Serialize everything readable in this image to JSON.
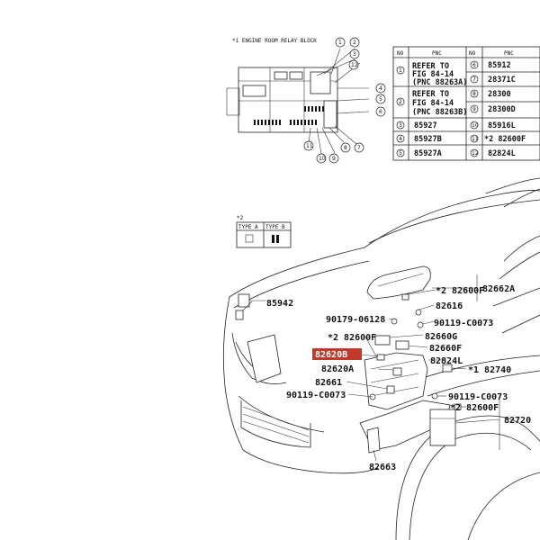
{
  "inset": {
    "title": "*1 ENGINE ROOM RELAY BLOCK",
    "callouts": [
      "1",
      "2",
      "3",
      "4",
      "5",
      "6",
      "7",
      "8",
      "9",
      "10",
      "11",
      "12"
    ]
  },
  "table": {
    "head": [
      "NO",
      "PNC",
      "NO",
      "PNC"
    ],
    "rows": [
      {
        "n1": "1",
        "p1": "REFER TO",
        "n2": "6",
        "p2": "85912"
      },
      {
        "n1": "",
        "p1": "FIG 84-14",
        "n2": "7",
        "p2": "28371C"
      },
      {
        "n1": "",
        "p1": "(PNC 88263A)",
        "n2": "",
        "p2": ""
      },
      {
        "n1": "2",
        "p1": "REFER TO",
        "n2": "8",
        "p2": "28300"
      },
      {
        "n1": "",
        "p1": "FIG 84-14",
        "n2": "9",
        "p2": "28300D"
      },
      {
        "n1": "",
        "p1": "(PNC 88263B)",
        "n2": "",
        "p2": ""
      },
      {
        "n1": "3",
        "p1": "85927",
        "n2": "10",
        "p2": "85916L"
      },
      {
        "n1": "4",
        "p1": "85927B",
        "n2": "11",
        "p2": "*2 82600F"
      },
      {
        "n1": "5",
        "p1": "85927A",
        "n2": "12",
        "p2": "82824L"
      }
    ]
  },
  "fuse_types": {
    "note": "*2",
    "type_a": "TYPE A",
    "type_b": "TYPE B"
  },
  "parts": {
    "p82662A": "82662A",
    "p82600F_1": "*2 82600F",
    "p82616": "82616",
    "p85942": "85942",
    "p90179": "90179-06128",
    "p90119_1": "90119-C0073",
    "p82660G": "82660G",
    "p82600F_2": "*2 82600F",
    "p82660F": "82660F",
    "p82620B": "82620B",
    "p82824L": "82824L",
    "p82620A": "82620A",
    "p82740": "*1 82740",
    "p82661": "82661",
    "p90119_2": "90119-C0073",
    "p90119_3": "90119-C0073",
    "p82600F_3": "*2 82600F",
    "p82720": "82720",
    "p82663": "82663"
  },
  "highlight_color": "#c0392b"
}
